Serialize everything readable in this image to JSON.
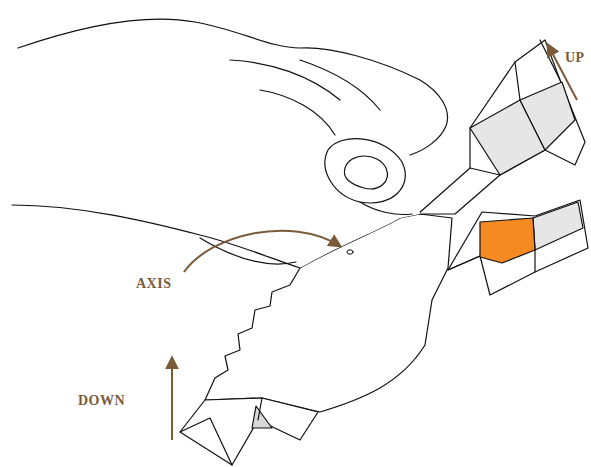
{
  "diagram": {
    "labels": [
      "UP",
      "AXIS",
      "DOWN"
    ]
  }
}
